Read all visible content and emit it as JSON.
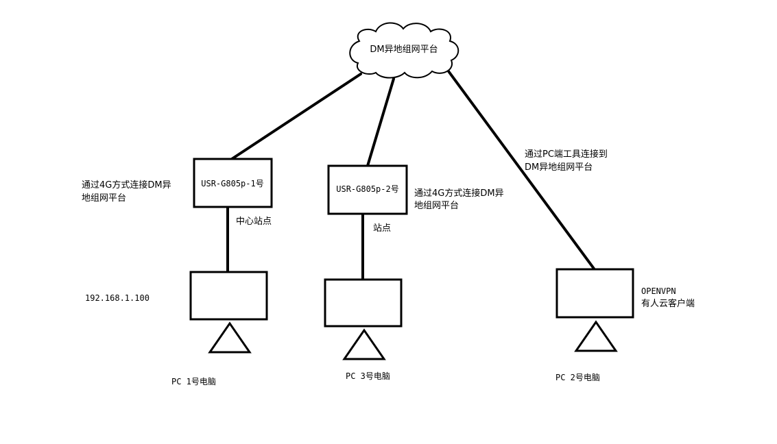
{
  "cloud": {
    "label": "DM异地组网平台"
  },
  "routers": [
    {
      "label": "USR-G805p-1号",
      "role": "中心站点",
      "note": [
        "通过4G方式连接DM异",
        "地组网平台"
      ]
    },
    {
      "label": "USR-G805p-2号",
      "role": "站点",
      "note": [
        "通过4G方式连接DM异",
        "地组网平台"
      ]
    }
  ],
  "pc_tool_note": [
    "通过PC端工具连接到",
    "DM异地组网平台"
  ],
  "pcs": [
    {
      "label": "PC 1号电脑",
      "ip": "192.168.1.100"
    },
    {
      "label": "PC 3号电脑"
    },
    {
      "label": "PC 2号电脑",
      "client": [
        "OPENVPN",
        "有人云客户端"
      ]
    }
  ],
  "colors": {
    "stroke": "#000000",
    "background": "#ffffff"
  }
}
